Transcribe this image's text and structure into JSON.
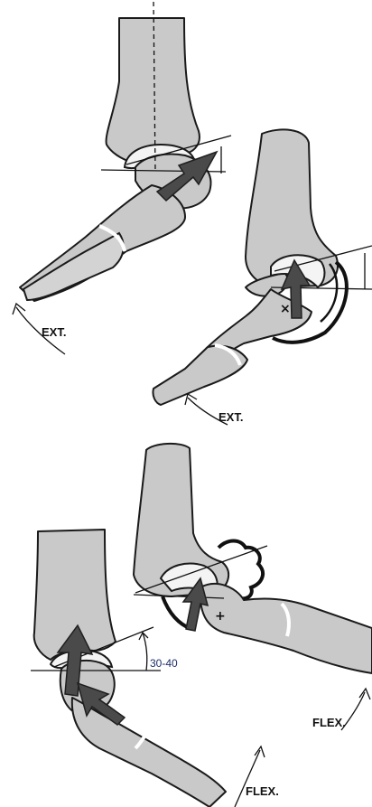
{
  "labels": {
    "ext_top": "EXT.",
    "ext_mid": "EXT.",
    "flex_right": "FLEX.",
    "flex_bottom": "FLEX.",
    "angle_value": "30-40",
    "mark_x": "×",
    "mark_plus": "+"
  },
  "colors": {
    "bone": "#c9c9c9",
    "arrow": "#4a4a4a",
    "angle_text": "#1c2f66"
  }
}
